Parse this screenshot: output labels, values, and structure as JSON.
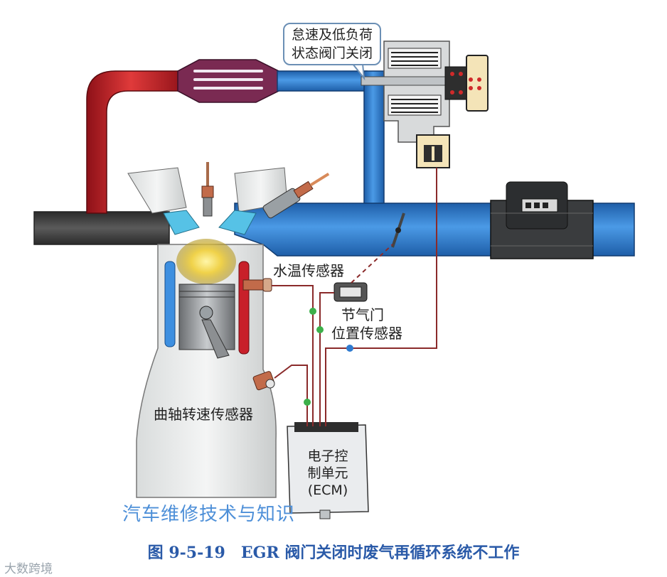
{
  "diagram": {
    "callout": [
      "怠速及低负荷",
      "状态阀门关闭"
    ],
    "labels": {
      "coolant_sensor": "水温传感器",
      "throttle_sensor": [
        "节气门",
        "位置传感器"
      ],
      "crank_sensor": "曲轴转速传感器",
      "ecm": [
        "电子控",
        "制单元",
        "(ECM)"
      ]
    },
    "watermark": "汽车维修技术与知识",
    "caption": "图 9-5-19　EGR 阀门关闭时废气再循环系统不工作",
    "logo": "大数跨境",
    "colors": {
      "exhaust": "#c8202a",
      "intake": "#2f7bd0",
      "wire": "#8a2a2a",
      "junction_green": "#3cb04a",
      "junction_blue": "#2f7bd0",
      "caption": "#2a5aa8",
      "watermark": "#4d8fd8"
    }
  }
}
